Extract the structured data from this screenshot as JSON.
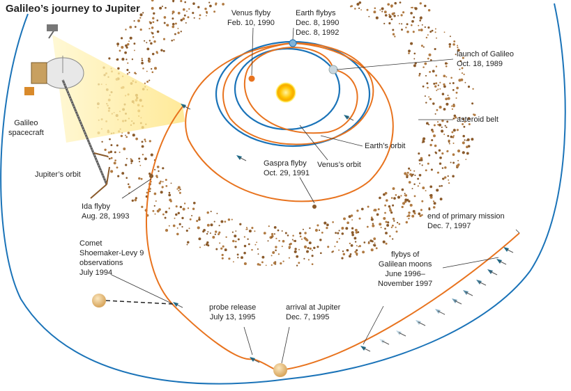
{
  "title": "Galileo’s journey to Jupiter",
  "labels": {
    "spacecraft": "Galileo\nspacecraft",
    "jupiter_orbit": "Jupiter’s orbit",
    "venus_flyby": "Venus flyby\nFeb. 10, 1990",
    "earth_flybys": "Earth flybys\nDec. 8, 1990\nDec. 8, 1992",
    "launch": "launch of Galileo\nOct. 18, 1989",
    "asteroid_belt": "asteroid belt",
    "earth_orbit": "Earth’s orbit",
    "venus_orbit": "Venus’s orbit",
    "gaspra_flyby": "Gaspra flyby\nOct. 29, 1991",
    "ida_flyby": "Ida flyby\nAug. 28, 1993",
    "comet": "Comet\nShoemaker-Levy 9\nobservations\nJuly 1994",
    "probe_release": "probe release\nJuly 13, 1995",
    "arrival": "arrival at Jupiter\nDec. 7, 1995",
    "moon_flybys": "flybys of\nGalilean moons\nJune 1996–\nNovember 1997",
    "end_mission": "end of primary mission\nDec. 7, 1997"
  },
  "colors": {
    "orbit_blue": "#1a73b8",
    "trajectory_orange": "#e8731e",
    "asteroid_brown": "#8a5a2b",
    "sun_yellow": "#ffd21a",
    "beam_yellow": "#ffe27a"
  }
}
